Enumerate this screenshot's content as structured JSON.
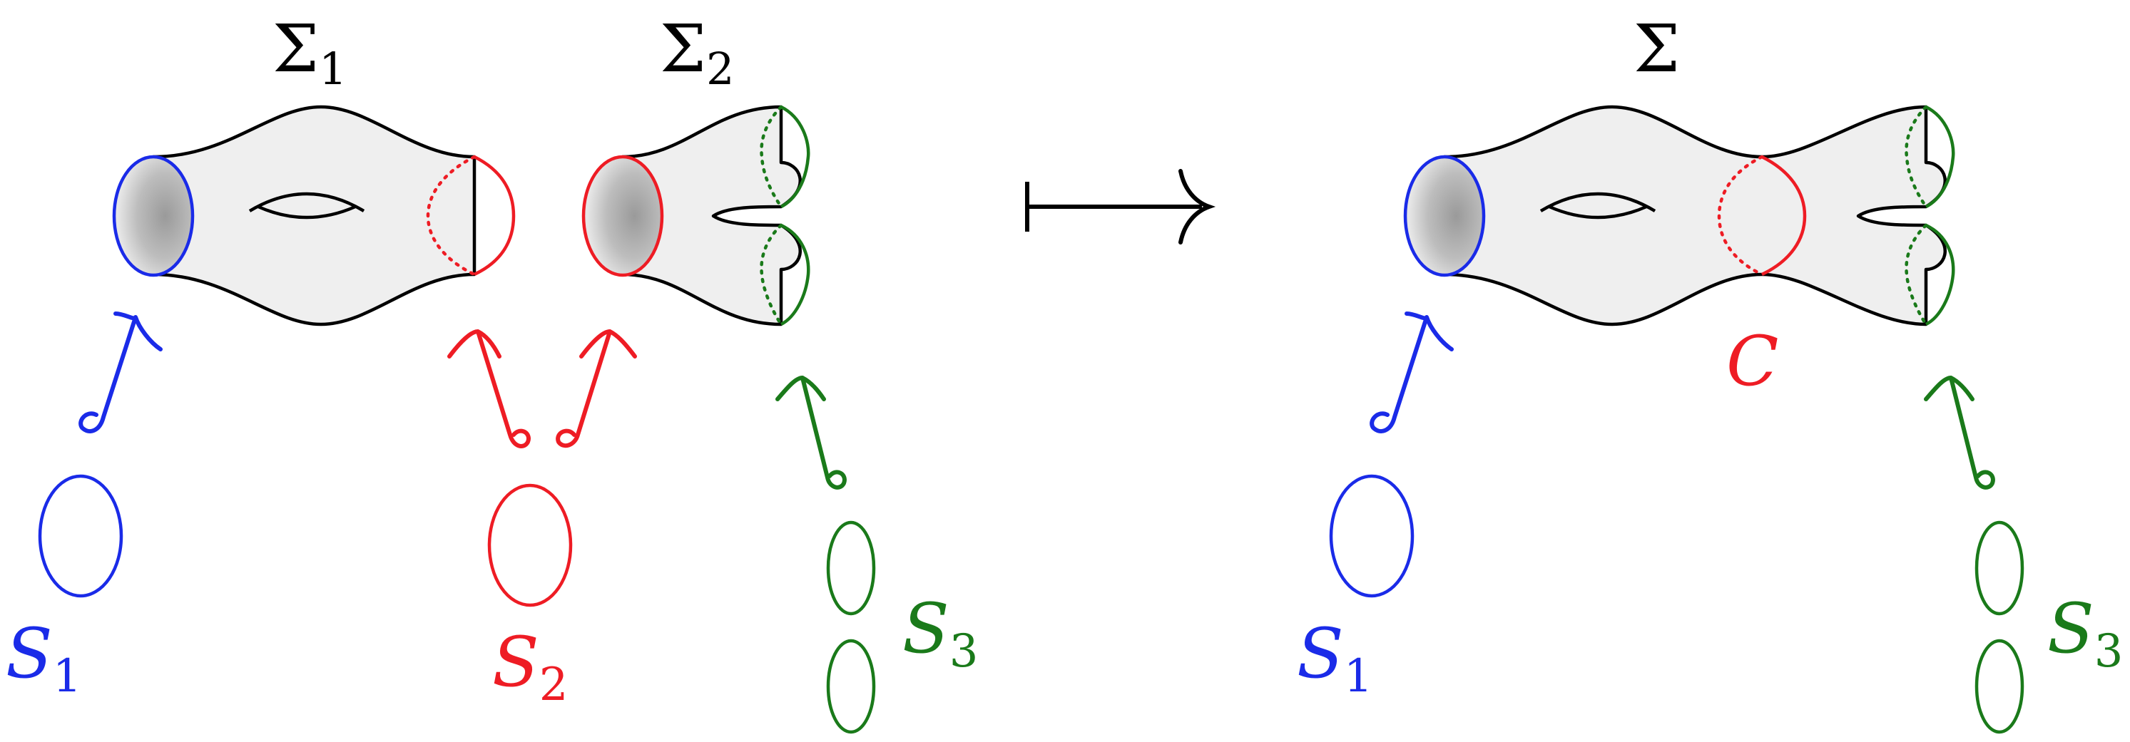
{
  "colors": {
    "blue": "#1a2be8",
    "red": "#ee1c24",
    "green": "#1a7a1a",
    "black": "#000000",
    "surface_fill": "#efefef",
    "cap_fill": "#b9b9b9"
  },
  "labels": {
    "sigma1": {
      "main": "Σ",
      "sub": "1"
    },
    "sigma2": {
      "main": "Σ",
      "sub": "2"
    },
    "sigma": {
      "main": "Σ"
    },
    "s1_left": {
      "main": "S",
      "sub": "1"
    },
    "s2_left": {
      "main": "S",
      "sub": "2"
    },
    "s3_left": {
      "main": "S",
      "sub": "3"
    },
    "s1_right": {
      "main": "S",
      "sub": "1"
    },
    "s3_right": {
      "main": "S",
      "sub": "3"
    },
    "c": {
      "main": "C"
    }
  },
  "maps_to_symbol": "⟼"
}
